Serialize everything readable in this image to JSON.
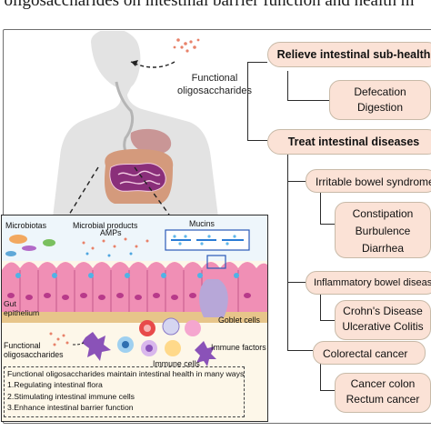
{
  "header_text": "al oligosaccharides on intestinal barrier function and health m",
  "functional_oligosaccharides_label": "Functional oligosaccharides",
  "branch_1": {
    "title": "Relieve intestinal sub-health",
    "items": [
      "Defecation",
      "Digestion"
    ]
  },
  "branch_2": {
    "title": "Treat intestinal diseases",
    "diseases": [
      {
        "name": "Irritable bowel syndrome",
        "items": [
          "Constipation",
          "Burbulence",
          "Diarrhea"
        ]
      },
      {
        "name": "Inflammatory bowel disease",
        "items": [
          "Crohn's Disease",
          "Ulcerative Colitis"
        ]
      },
      {
        "name": "Colorectal cancer",
        "items": [
          "Cancer colon",
          "Rectum cancer"
        ]
      }
    ]
  },
  "inset": {
    "microbiotas": "Microbiotas",
    "microbial_products": "Microbial products",
    "mucins": "Mucins",
    "amps": "AMPs",
    "gut_epithelium": "Gut epithelium",
    "goblet_cells": "Goblet cells",
    "functional_oligosaccharides": "Functional oligosaccharides",
    "immune_cells": "Immune cells",
    "immune_factors": "Immune factors",
    "note_title": "Functional oligosaccharides maintain intestinal health in many ways",
    "note_items": [
      "1.Regulating intestinal flora",
      "2.Stimulating intestinal immune cells",
      "3.Enhance intestinal barrier function"
    ]
  },
  "colors": {
    "box_fill": "#fbe2d6",
    "epithelium": "#f08fb5",
    "body": "#e3e3e3",
    "intestine": "#a43d8a",
    "dots": "#e8826a"
  }
}
